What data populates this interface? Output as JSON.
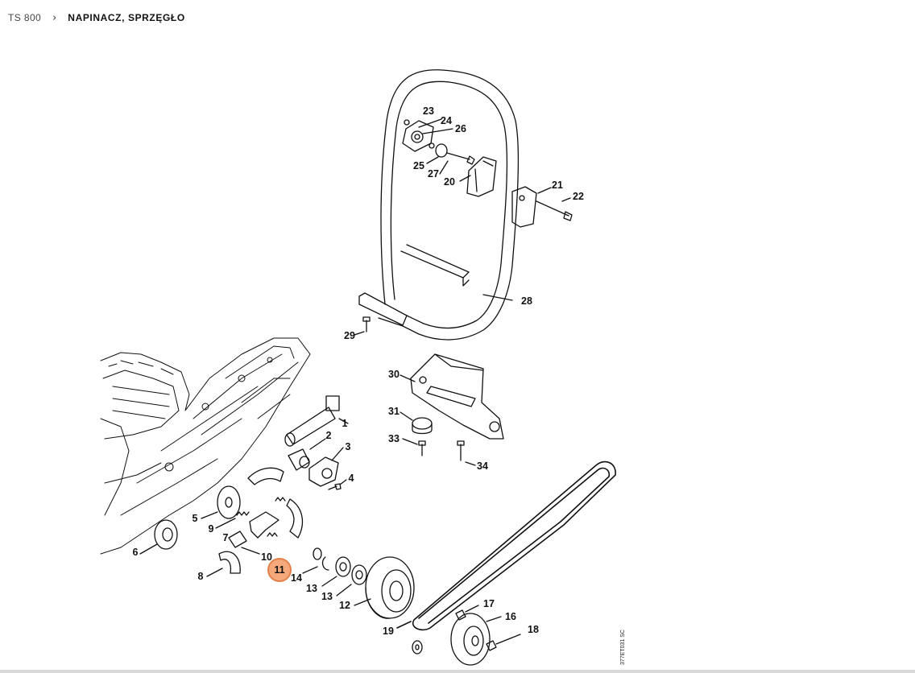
{
  "breadcrumb": {
    "parent": "TS 800",
    "separator": "›",
    "current": "NAPINACZ, SPRZĘGŁO"
  },
  "diagram": {
    "reference_code": "377ET031 SC",
    "highlighted_callout": "11",
    "highlight_color": "#f5a97a",
    "callouts": [
      "1",
      "2",
      "3",
      "4",
      "5",
      "6",
      "7",
      "8",
      "9",
      "10",
      "11",
      "12",
      "13",
      "13",
      "14",
      "16",
      "17",
      "18",
      "19",
      "20",
      "21",
      "22",
      "23",
      "24",
      "25",
      "26",
      "27",
      "28",
      "29",
      "30",
      "31",
      "33",
      "34"
    ]
  }
}
